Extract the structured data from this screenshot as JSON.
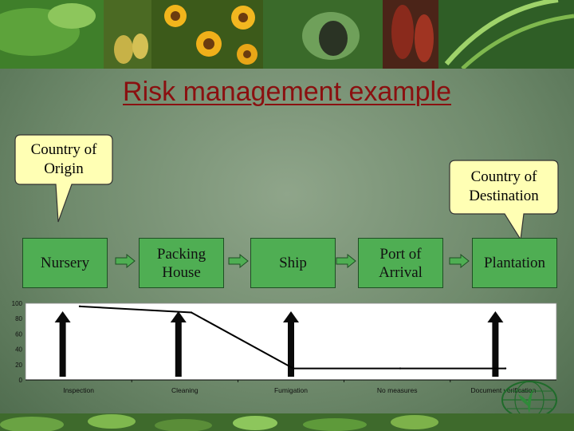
{
  "slide": {
    "title": "Risk management example",
    "callouts": {
      "origin": "Country of Origin",
      "destination": "Country of Destination"
    },
    "stages": [
      {
        "label": "Nursery"
      },
      {
        "label": "Packing House"
      },
      {
        "label": "Ship"
      },
      {
        "label": "Port of Arrival"
      },
      {
        "label": "Plantation"
      }
    ],
    "colors": {
      "title": "#8a1010",
      "stage_box": "#4fae53",
      "flow_arrow": "#4fae53",
      "risk_line": "#000000"
    },
    "logo": "IPPC logo"
  },
  "chart_data": {
    "type": "line",
    "categories": [
      "Inspection",
      "Cleaning",
      "Fumigation",
      "No measures",
      "Document verification"
    ],
    "ylim": [
      0,
      100
    ],
    "yticks": [
      0,
      20,
      40,
      60,
      80,
      100
    ],
    "series": [
      {
        "values": [
          96,
          88,
          15,
          15,
          15
        ]
      }
    ],
    "measure_arrows": [
      "Inspection",
      "Cleaning",
      "Fumigation",
      "Document verification"
    ],
    "grid": false
  }
}
